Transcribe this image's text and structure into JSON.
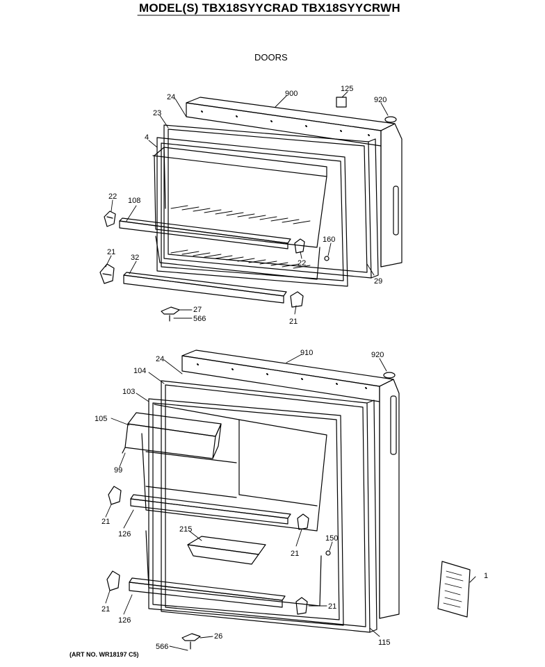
{
  "header": {
    "model_title": "MODEL(S) TBX18SYYCRAD  TBX18SYYCRWH",
    "section_title": "DOORS"
  },
  "footer": {
    "art_no": "(ART NO. WR18197 C5)"
  },
  "callouts": {
    "top": {
      "c24": "24",
      "c900": "900",
      "c125": "125",
      "c920": "920",
      "c23": "23",
      "c4": "4",
      "c22a": "22",
      "c108": "108",
      "c160": "160",
      "c22b": "22",
      "c21a": "21",
      "c32": "32",
      "c29": "29",
      "c27": "27",
      "c566": "566",
      "c21b": "21"
    },
    "bottom": {
      "c24": "24",
      "c910": "910",
      "c920": "920",
      "c104": "104",
      "c103": "103",
      "c105": "105",
      "c99": "99",
      "c21a": "21",
      "c126a": "126",
      "c215": "215",
      "c150": "150",
      "c21b": "21",
      "c1": "1",
      "c21c": "21",
      "c126b": "126",
      "c21d": "21",
      "c115": "115",
      "c566": "566",
      "c26": "26"
    }
  }
}
